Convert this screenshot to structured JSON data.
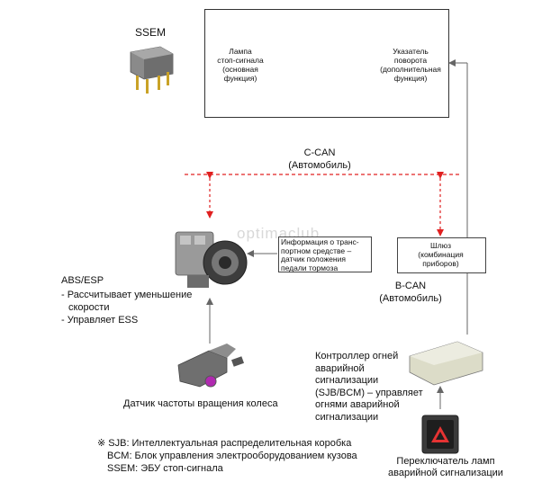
{
  "ssem": {
    "title": "SSEM"
  },
  "car_box": {
    "lamp_label": "Лампа\nстоп-сигнала\n(основная\nфункция)",
    "turn_label": "Указатель\nповорота\n(дополнительная\nфункция)"
  },
  "ccan": {
    "title": "C-CAN",
    "subtitle": "(Автомобиль)"
  },
  "info_box": "Информация о транс-\nпортном средстве –\nдатчик положения\nпедали тормоза",
  "gateway_box": "Шлюз\n(комбинация\nприборов)",
  "bcan": {
    "title": "B-CAN",
    "subtitle": "(Автомобиль)"
  },
  "abs": {
    "title": "ABS/ESP",
    "line1": "- Рассчитывает уменьшение",
    "line2": "скорости",
    "line3": "- Управляет ESS"
  },
  "wheel_sensor_label": "Датчик частоты вращения колеса",
  "hazard_controller_label": "Контроллер огней\nаварийной\nсигнализации\n(SJB/BCM) – управляет\nогнями аварийной\nсигнализации",
  "hazard_switch_label": "Переключатель ламп\nаварийной сигнализации",
  "notes": {
    "sjb": "※ SJB: Интеллектуальная распределительная коробка",
    "bcm": "BCM: Блок управления электрооборудованием кузова",
    "ssem": "SSEM: ЭБУ стоп-сигнала"
  },
  "watermark": "optimaclub",
  "colors": {
    "can_line": "#e02020",
    "connector": "#666666"
  }
}
